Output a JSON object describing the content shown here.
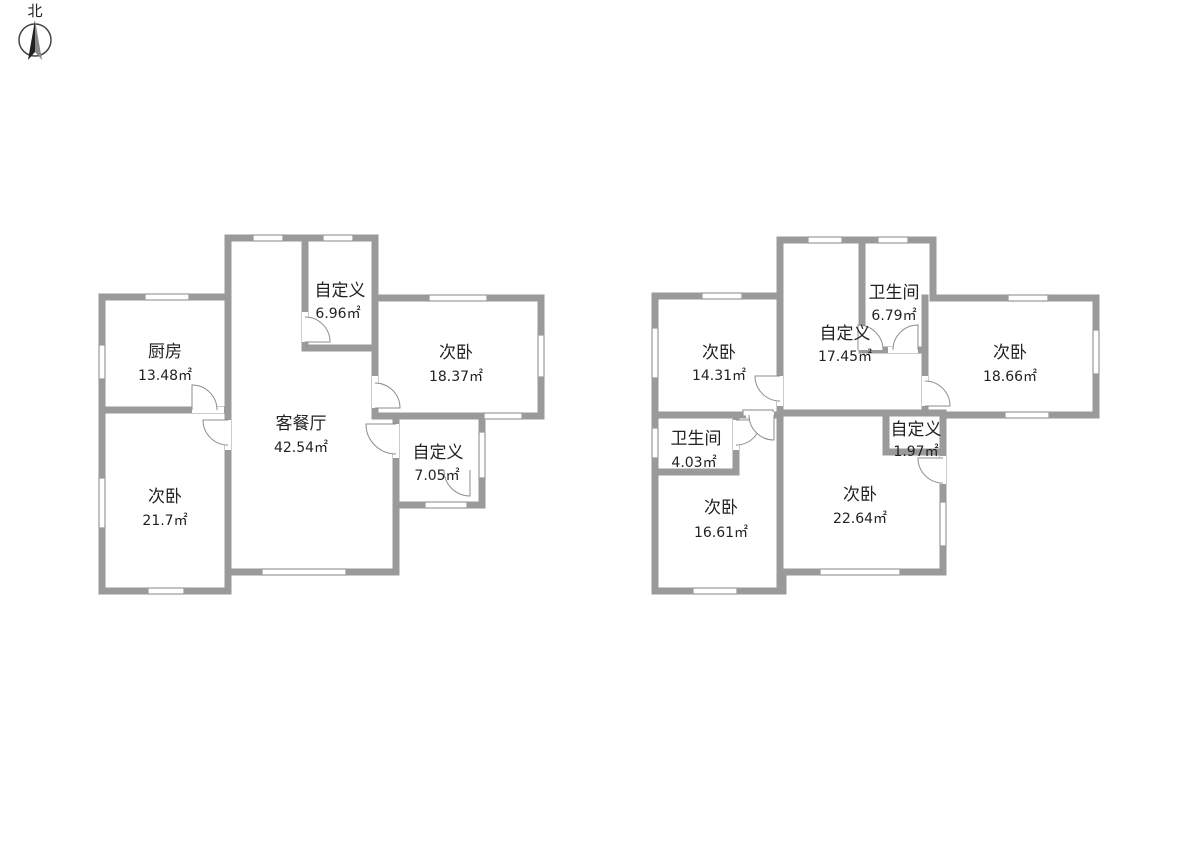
{
  "compass": {
    "label": "北"
  },
  "colors": {
    "wall": "#9a9a9a",
    "window": "#d9d9d9",
    "door": "#8c8c8c",
    "text": "#222222",
    "background": "#ffffff"
  },
  "plans": [
    {
      "rooms": [
        {
          "name": "厨房",
          "area": "13.48㎡"
        },
        {
          "name": "次卧",
          "area": "21.7㎡"
        },
        {
          "name": "客餐厅",
          "area": "42.54㎡"
        },
        {
          "name": "自定义",
          "area": "6.96㎡"
        },
        {
          "name": "次卧",
          "area": "18.37㎡"
        },
        {
          "name": "自定义",
          "area": "7.05㎡"
        }
      ]
    },
    {
      "rooms": [
        {
          "name": "次卧",
          "area": "14.31㎡"
        },
        {
          "name": "自定义",
          "area": "17.45㎡"
        },
        {
          "name": "卫生间",
          "area": "6.79㎡"
        },
        {
          "name": "次卧",
          "area": "18.66㎡"
        },
        {
          "name": "卫生间",
          "area": "4.03㎡"
        },
        {
          "name": "自定义",
          "area": "1.97㎡"
        },
        {
          "name": "次卧",
          "area": "16.61㎡"
        },
        {
          "name": "次卧",
          "area": "22.64㎡"
        }
      ]
    }
  ]
}
